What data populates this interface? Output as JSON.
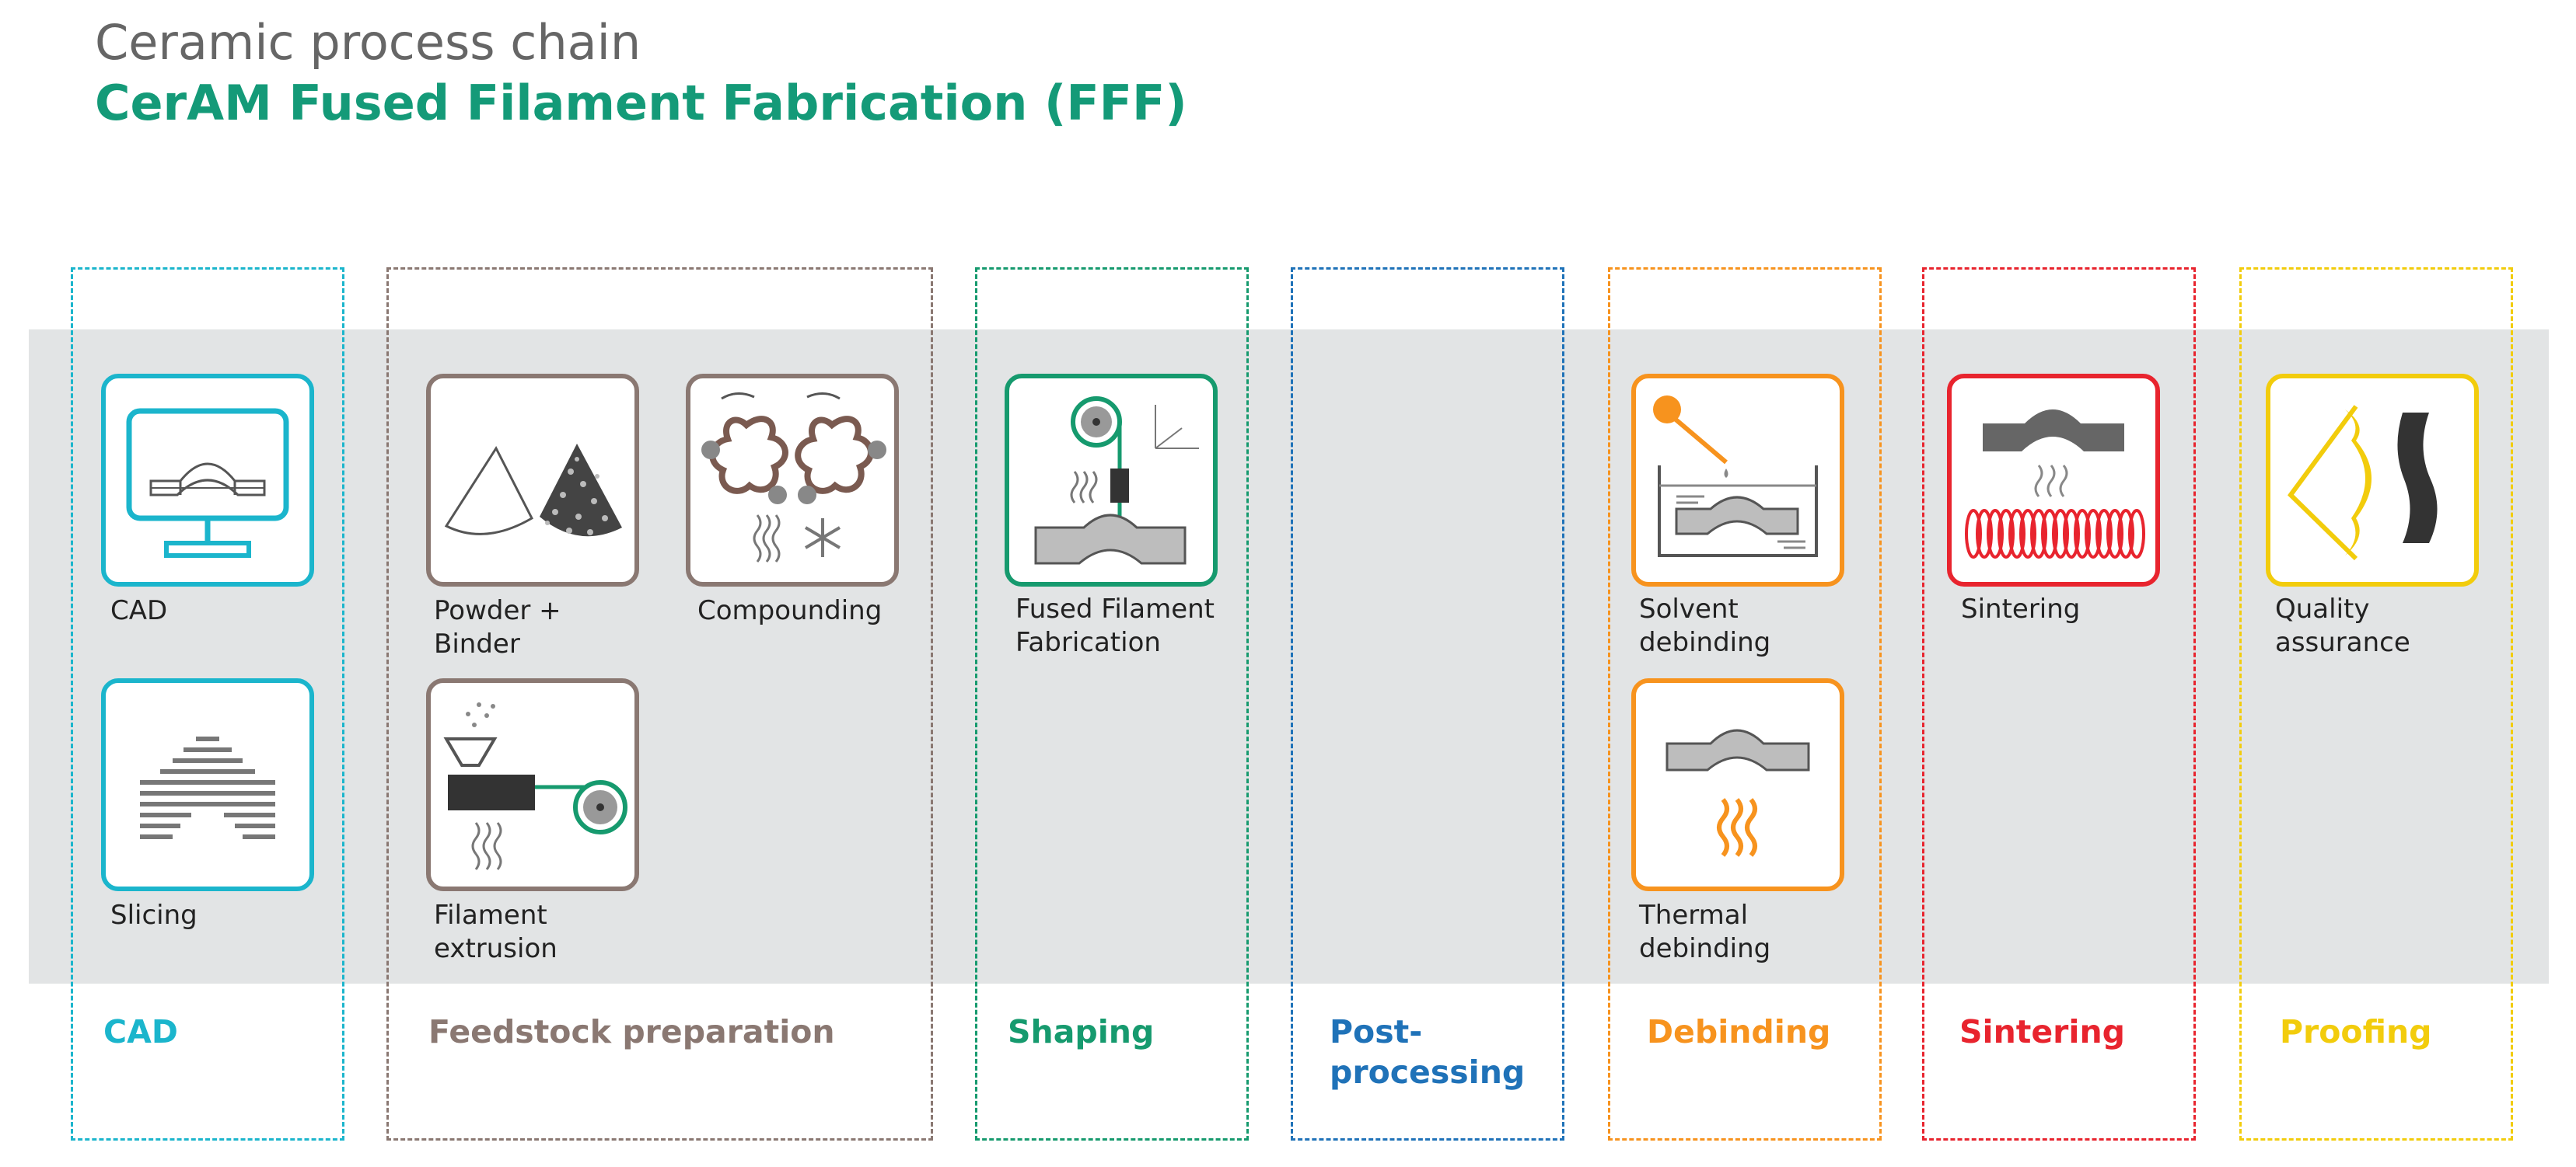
{
  "header": {
    "title": "Ceramic process chain",
    "subtitle": "CerAM Fused Filament Fabrication (FFF)"
  },
  "colors": {
    "background_band": "#e2e4e5",
    "title_gray": "#666666",
    "subtitle_green": "#149a78",
    "cad": "#1bb5cc",
    "feedstock": "#8a7872",
    "shaping": "#169a6e",
    "postprocessing": "#1f72b8",
    "debinding": "#f7931e",
    "sintering": "#e8242e",
    "proofing": "#f2cc0c"
  },
  "stages": [
    {
      "id": "cad",
      "label": "CAD",
      "color": "#1bb5cc",
      "steps": [
        {
          "label": "CAD",
          "icon": "monitor-cad-icon"
        },
        {
          "label": "Slicing",
          "icon": "slicing-layers-icon"
        }
      ]
    },
    {
      "id": "feedstock",
      "label": "Feedstock preparation",
      "color": "#8a7872",
      "steps": [
        {
          "label": "Powder +\nBinder",
          "icon": "powder-binder-icon"
        },
        {
          "label": "Compounding",
          "icon": "compounding-icon"
        },
        {
          "label": "Filament\nextrusion",
          "icon": "filament-extrusion-icon"
        }
      ]
    },
    {
      "id": "shaping",
      "label": "Shaping",
      "color": "#169a6e",
      "steps": [
        {
          "label": "Fused Filament\nFabrication",
          "icon": "fff-printer-icon"
        }
      ]
    },
    {
      "id": "postprocessing",
      "label": "Post-\nprocessing",
      "color": "#1f72b8",
      "steps": []
    },
    {
      "id": "debinding",
      "label": "Debinding",
      "color": "#f7931e",
      "steps": [
        {
          "label": "Solvent\ndebinding",
          "icon": "solvent-debinding-icon"
        },
        {
          "label": "Thermal\ndebinding",
          "icon": "thermal-debinding-icon"
        }
      ]
    },
    {
      "id": "sintering",
      "label": "Sintering",
      "color": "#e8242e",
      "steps": [
        {
          "label": "Sintering",
          "icon": "sintering-furnace-icon"
        }
      ]
    },
    {
      "id": "proofing",
      "label": "Proofing",
      "color": "#f2cc0c",
      "steps": [
        {
          "label": "Quality\nassurance",
          "icon": "eye-inspection-icon"
        }
      ]
    }
  ]
}
